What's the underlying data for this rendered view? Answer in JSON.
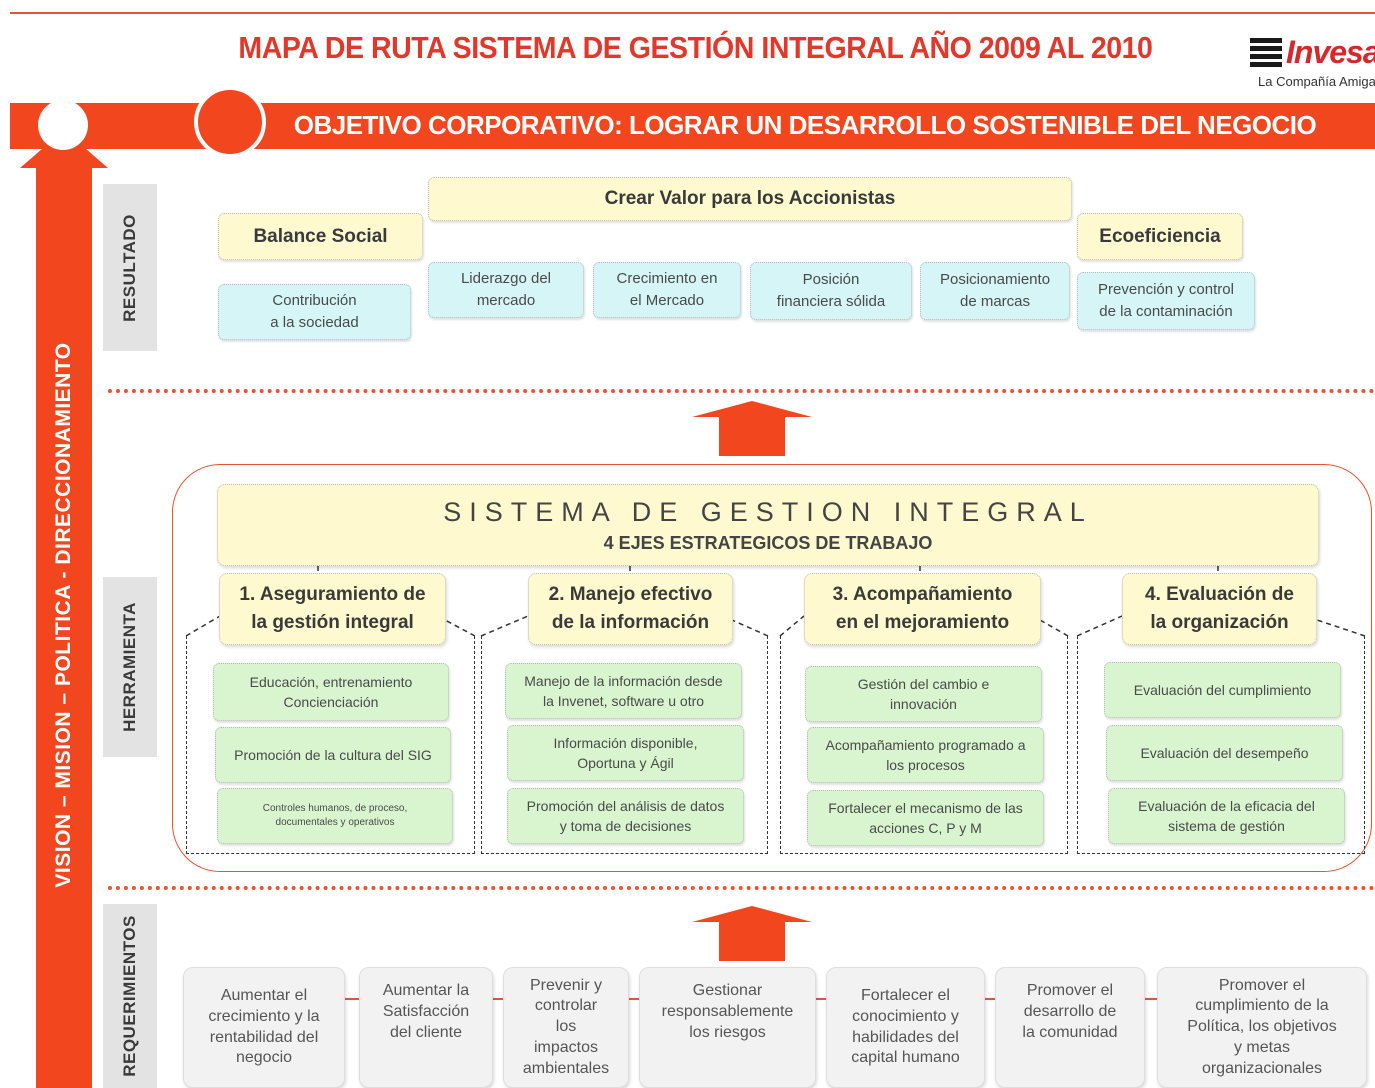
{
  "title": "MAPA DE RUTA SISTEMA DE GESTIÓN INTEGRAL AÑO 2009 AL 2010",
  "logo": {
    "name": "Invesa",
    "tagline": "La Compañía Amiga"
  },
  "objective": "OBJETIVO CORPORATIVO:   LOGRAR UN DESARROLLO SOSTENIBLE DEL NEGOCIO",
  "vertical_banner": "VISION – MISION – POLITICA - DIRECCIONAMIENTO",
  "side_labels": {
    "resultado": "RESULTADO",
    "herramienta": "HERRAMIENTA",
    "requerimientos": "REQUERIMIENTOS"
  },
  "resultado": {
    "main": "Crear Valor para los Accionistas",
    "left": "Balance Social",
    "right": "Ecoeficiencia",
    "items": [
      "Contribución\na la sociedad",
      "Liderazgo del\nmercado",
      "Crecimiento  en\nel Mercado",
      "Posición\nfinanciera sólida",
      "Posicionamiento\nde marcas",
      "Prevención y control\nde la contaminación"
    ]
  },
  "sgi": {
    "title": "SISTEMA DE GESTION INTEGRAL",
    "subtitle": "4 EJES  ESTRATEGICOS DE TRABAJO"
  },
  "axes": [
    {
      "title": "1. Aseguramiento de\nla gestión integral",
      "items": [
        "Educación, entrenamiento\nConcienciación",
        "Promoción de la cultura del SIG",
        "Controles humanos, de proceso,\ndocumentales y operativos"
      ]
    },
    {
      "title": "2. Manejo efectivo\nde la información",
      "items": [
        "Manejo de la información desde\nla Invenet, software  u otro",
        "Información  disponible,\nOportuna y Ágil",
        "Promoción del análisis de datos\ny toma de decisiones"
      ]
    },
    {
      "title": "3.  Acompañamiento\nen el mejoramiento",
      "items": [
        "Gestión del cambio e\ninnovación",
        "Acompañamiento programado a\nlos procesos",
        "Fortalecer el mecanismo de  las\nacciones C, P  y M"
      ]
    },
    {
      "title": "4. Evaluación de\nla organización",
      "items": [
        "Evaluación del cumplimiento",
        "Evaluación del desempeño",
        "Evaluación de la eficacia del\nsistema de gestión"
      ]
    }
  ],
  "requerimientos": [
    "Aumentar el\ncrecimiento y la\nrentabilidad del\nnegocio",
    "Aumentar la\nSatisfacción\ndel cliente",
    "Prevenir y\ncontrolar\nlos\nimpactos\nambientales",
    "Gestionar\nresponsablemente\nlos riesgos",
    "Fortalecer el\nconocimiento y\nhabilidades del\ncapital humano",
    "Promover el\ndesarrollo de\nla comunidad",
    "Promover el\ncumplimiento de la\nPolítica, los objetivos\ny metas\norganizacionales"
  ],
  "colors": {
    "accent": "#f2461e",
    "title": "#e2372a",
    "yellow": "#fff9cf",
    "cyan": "#d5f5f6",
    "green": "#d9f5d0",
    "grey": "#f2f2f2"
  }
}
